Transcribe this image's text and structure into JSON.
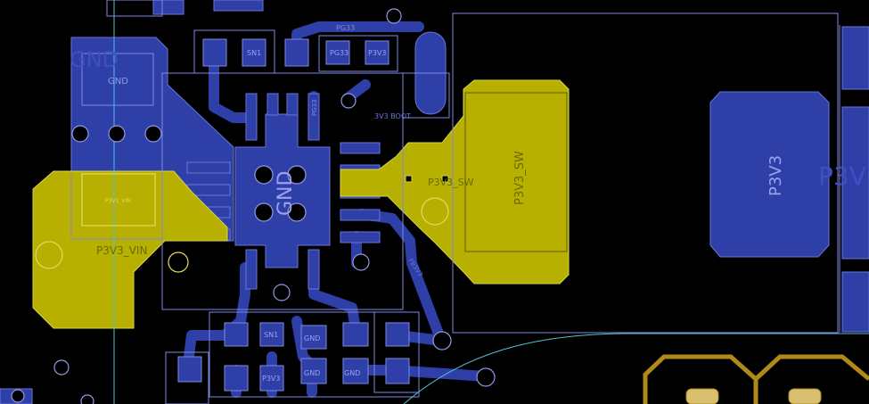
{
  "colors": {
    "background": "#000000",
    "copper_bottom": "#2f3fa8",
    "copper_bottom_dark": "#1f2b86",
    "copper_top": "#b8b000",
    "outline": "#7f88e0",
    "outline_cyan": "#4fc3d9",
    "silk_gold": "#b08a18",
    "label_blue": "#8f98e8",
    "label_yellow": "#c8c44a"
  },
  "labels": {
    "gnd_big": "GND",
    "gnd_pad": "GND",
    "gnd_center": "GND",
    "p3v3_vin": "P3V3_VIN",
    "p3v3_vin_small": "P3V3_VIN",
    "p3v3_sw": "P3V3_SW",
    "p3v3_sw_small": "P3V3_SW",
    "p3v3_pad": "P3V3",
    "p3v3_edge": "P3V",
    "pg33": "PG33",
    "sn1_top": "SN1",
    "pg33_pin": "PG33",
    "p3v3_pin": "P3V3",
    "pin_pg33_vertical": "PG33",
    "bst_label": "3V3 BOOT",
    "sn1_bottom": "SN1",
    "gnd_bottom_1": "GND",
    "gnd_bottom_2": "GND",
    "p3v3_bottom": "P3V3",
    "gnd_bottom_3": "GND",
    "fb_label": "FB3V3"
  }
}
